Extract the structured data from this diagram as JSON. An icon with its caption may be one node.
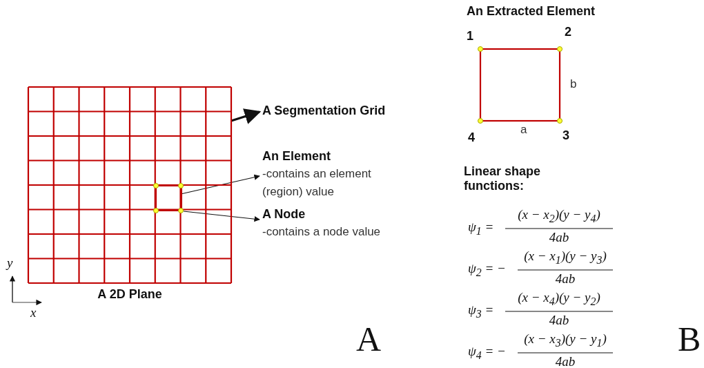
{
  "diagram": {
    "nodes": [
      {
        "text": [
          "A 2D Plane"
        ]
      },
      {
        "text": [
          "A Segmentation Grid"
        ]
      },
      {
        "text": [],
        "shape": "box",
        "in": 0
      },
      {
        "text": [
          "An Element",
          "-contains an element (region) value"
        ]
      },
      {
        "text": [],
        "shape": "circle",
        "in": 0
      },
      {
        "text": [],
        "shape": "circle",
        "in": 0
      },
      {
        "text": [],
        "shape": "circle",
        "in": 0
      },
      {
        "text": [],
        "shape": "circle",
        "in": 0
      },
      {
        "text": [
          "A Node",
          "-contains a node value"
        ]
      }
    ],
    "edges": [
      {
        "from": 0,
        "to": 1,
        "arrow": "to",
        "style": "thick"
      },
      {
        "from": 2,
        "to": 3,
        "arrow": "to"
      },
      {
        "from": 7,
        "to": 8,
        "arrow": "to"
      }
    ],
    "labels": [
      "An Extracted Element",
      "1",
      "2",
      "b",
      "4",
      "a",
      "3",
      "Linear shape functions:",
      "ψ$_{1}$ =",
      "(x − x$_{2}$)(y − y$_{4}$)",
      "4ab",
      "ψ$_{2}$ = −",
      "(x − x$_{1}$)(y − y$_{3}$)",
      "4ab",
      "ψ$_{3}$ =",
      "(x − x$_{4}$)(y − y$_{2}$)",
      "4ab",
      "ψ$_{4}$ = −",
      "(x − x$_{3}$)(y − y$_{1}$)",
      "4ab",
      "y",
      "x",
      "A",
      "B"
    ]
  }
}
